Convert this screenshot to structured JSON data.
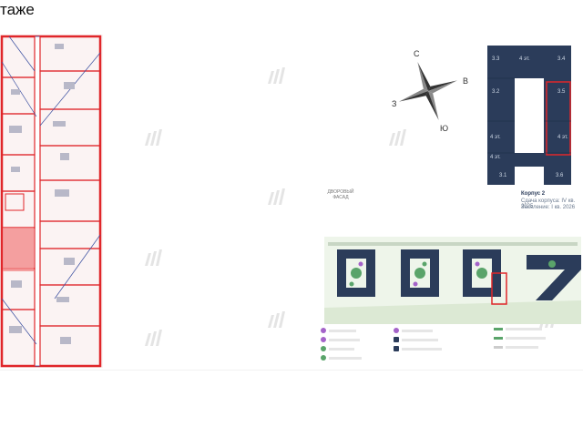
{
  "page": {
    "title": "таже"
  },
  "compass": {
    "north": "С",
    "east": "В",
    "south": "Ю",
    "west": "З"
  },
  "building_plan": {
    "sections": [
      "3.3",
      "4 эт.",
      "3.4",
      "3.2",
      "3.5",
      "4 эт.",
      "4 эт.",
      "4 эт.",
      "3.1",
      "3.6"
    ],
    "caption_title": "Корпус 2",
    "caption_line1": "Сдача корпуса: IV кв. 2025",
    "caption_line2": "Заселение: I кв. 2026"
  },
  "site": {
    "facade_label_line1": "ДВОРОВЫЙ",
    "facade_label_line2": "ФАСАД"
  },
  "colors": {
    "plan_red": "#e0262a",
    "plan_blue": "#3a4fa0",
    "building_navy": "#2b3c5a",
    "site_green": "#5aa46a",
    "legend_purple": "#a463c9"
  }
}
